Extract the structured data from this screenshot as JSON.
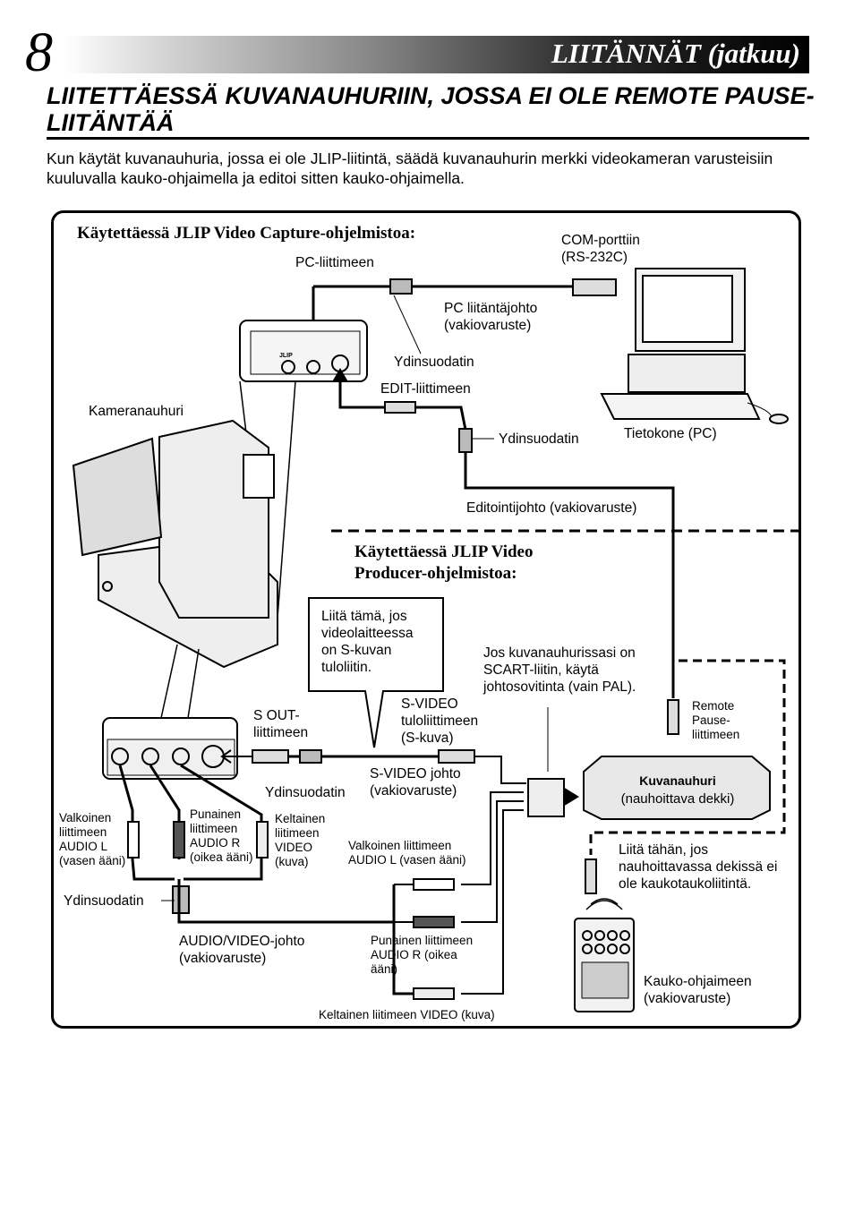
{
  "page_number": "8",
  "header_title": "LIITÄNNÄT (jatkuu)",
  "section_title": "LIITETTÄESSÄ KUVANAUHURIIN, JOSSA EI OLE REMOTE PAUSE-LIITÄNTÄÄ",
  "intro": "Kun käytät kuvanauhuria, jossa ei ole JLIP-liitintä, säädä kuvanauhurin merkki videokameran varusteisiin kuuluvalla kauko-ohjaimella ja editoi sitten kauko-ohjaimella.",
  "diagram": {
    "heading_capture": "Käytettäessä JLIP Video Capture-ohjelmistoa:",
    "heading_producer": "Käytettäessä JLIP Video Producer-ohjelmistoa:",
    "jlip_label": "JLIP",
    "labels": {
      "com_port": "COM-porttiin\n(RS-232C)",
      "pc_connector": "PC-liittimeen",
      "pc_cable": "PC liitäntäjohto\n(vakiovaruste)",
      "core_filter_1": "Ydinsuodatin",
      "edit_connector": "EDIT-liittimeen",
      "camcorder": "Kameranauhuri",
      "core_filter_2": "Ydinsuodatin",
      "computer": "Tietokone (PC)",
      "edit_cable": "Editointijohto (vakiovaruste)",
      "callout": "Liitä tämä, jos\nvideolaitteessa\non S-kuvan\ntuloliitin.",
      "scart_note": "Jos kuvanauhurissasi on\nSCART-liitin, käytä\njohtosovitinta (vain PAL).",
      "s_out": "S OUT-\nliittimeen",
      "s_video_in": "S-VIDEO\ntuloliittimeen\n(S-kuva)",
      "remote_pause": "Remote\nPause-\nliittimeen",
      "core_filter_3": "Ydinsuodatin",
      "s_video_cable": "S-VIDEO johto\n(vakiovaruste)",
      "vcr_title": "Kuvanauhuri",
      "vcr_sub": "(nauhoittava dekki)",
      "white_audio_l": "Valkoinen\nliittimeen\nAUDIO L\n(vasen ääni)",
      "red_audio_r": "Punainen\nliittimeen\nAUDIO R\n(oikea ääni)",
      "yellow_video": "Keltainen\nliitimeen\nVIDEO\n(kuva)",
      "white_audio_l_vcr": "Valkoinen liittimeen\nAUDIO L (vasen ääni)",
      "connect_here": "Liitä tähän, jos\nnauhoittavassa dekissä ei\nole kaukotaukoliitintä.",
      "core_filter_4": "Ydinsuodatin",
      "av_cable": "AUDIO/VIDEO-johto\n(vakiovaruste)",
      "red_audio_r_vcr": "Punainen liittimeen\nAUDIO R (oikea\nääni)",
      "remote_control": "Kauko-ohjaimeen\n(vakiovaruste)",
      "yellow_video_vcr": "Keltainen liitimeen VIDEO (kuva)"
    }
  }
}
